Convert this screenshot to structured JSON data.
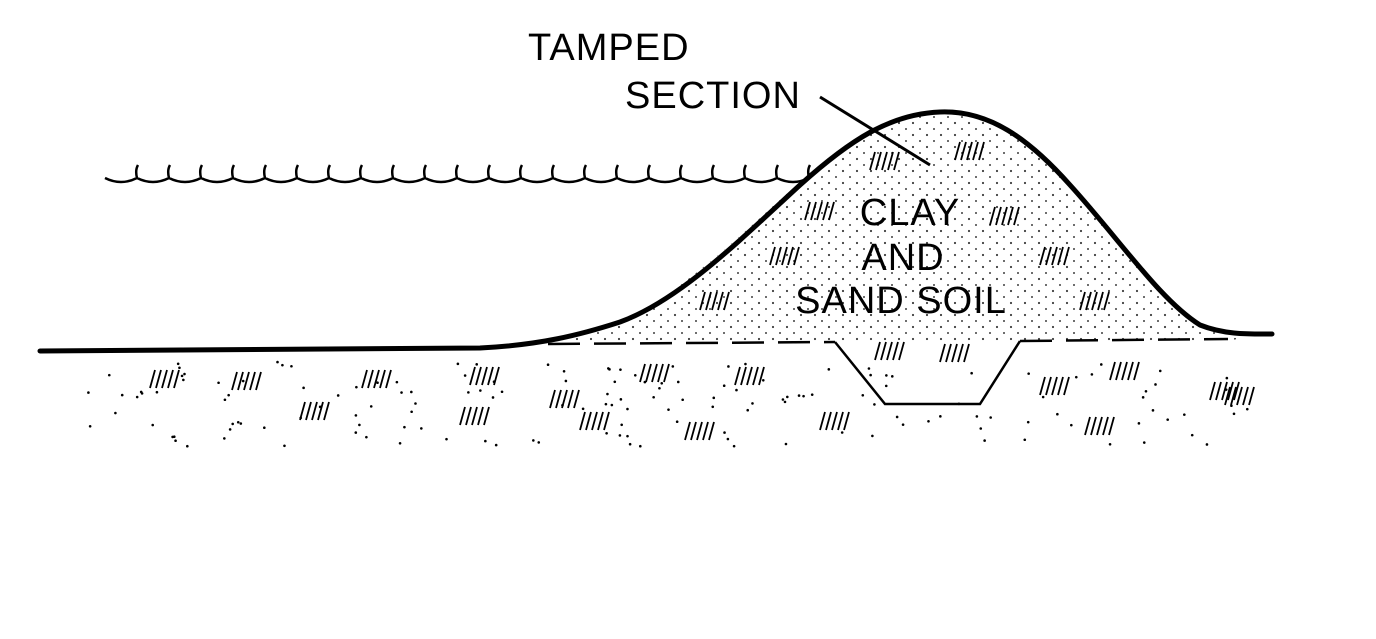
{
  "labels": {
    "tamped_line1": "TAMPED",
    "tamped_line2": "SECTION",
    "fill_line1": "CLAY",
    "fill_line2": "AND",
    "fill_line3": "SAND SOIL"
  },
  "colors": {
    "ink": "#000000",
    "background": "#ffffff"
  }
}
